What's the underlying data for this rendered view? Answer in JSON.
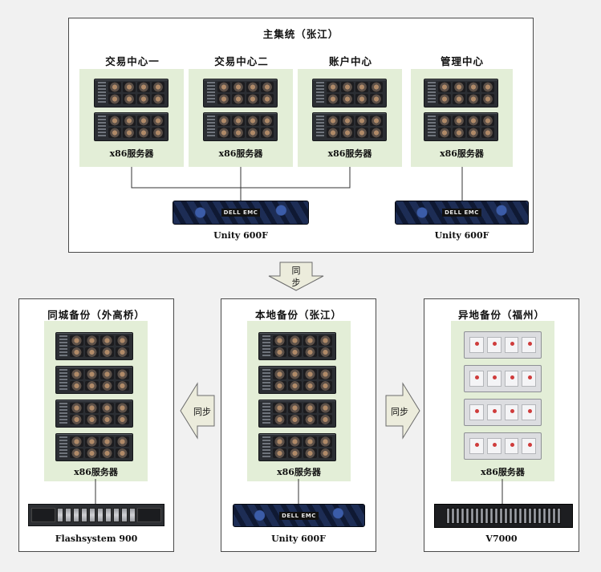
{
  "main_cluster": {
    "title": "主集统（张江）",
    "centers": [
      {
        "name": "交易中心一",
        "label": "x86服务器"
      },
      {
        "name": "交易中心二",
        "label": "x86服务器"
      },
      {
        "name": "账户中心",
        "label": "x86服务器"
      },
      {
        "name": "管理中心",
        "label": "x86服务器"
      }
    ],
    "storage_left": "Unity 600F",
    "storage_right": "Unity 600F",
    "storage_brand": "DELL EMC"
  },
  "sync_arrows": {
    "down": "同步",
    "left": "同步",
    "right": "同步"
  },
  "same_city": {
    "title": "同城备份（外高桥）",
    "label": "x86服务器",
    "storage": "Flashsystem 900"
  },
  "local": {
    "title": "本地备份（张江）",
    "label": "x86服务器",
    "storage": "Unity 600F",
    "storage_brand": "DELL EMC"
  },
  "remote": {
    "title": "异地备份（福州）",
    "label": "x86服务器",
    "storage": "V7000"
  },
  "colors": {
    "panel": "#e3eed7",
    "border": "#4a4a4a",
    "arrow_fill": "#ececdc"
  }
}
